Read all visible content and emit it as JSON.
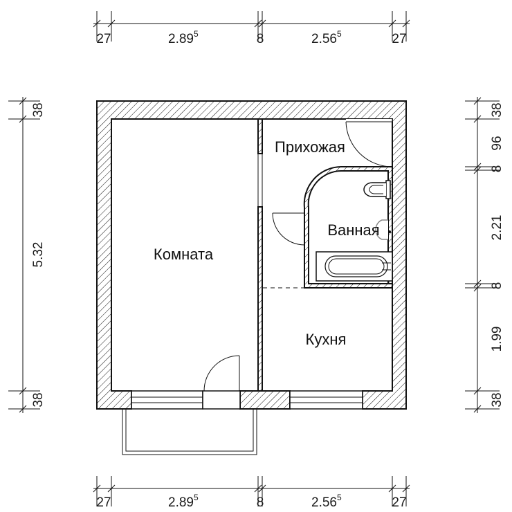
{
  "rooms": {
    "room": "Комната",
    "hallway": "Прихожая",
    "bathroom": "Ванная",
    "kitchen": "Кухня"
  },
  "dims_top": {
    "d1": "27",
    "d2_main": "2.89",
    "d2_sup": "5",
    "d3": "8",
    "d4_main": "2.56",
    "d4_sup": "5",
    "d5": "27"
  },
  "dims_bottom": {
    "d1": "27",
    "d2_main": "2.89",
    "d2_sup": "5",
    "d3": "8",
    "d4_main": "2.56",
    "d4_sup": "5",
    "d5": "27"
  },
  "dims_left": {
    "top": "38",
    "middle": "5.32",
    "bottom": "38"
  },
  "dims_right": {
    "d1": "38",
    "d2": "96",
    "d3": "8",
    "d4": "2.21",
    "d5": "8",
    "d6": "1.99",
    "d7": "38"
  }
}
